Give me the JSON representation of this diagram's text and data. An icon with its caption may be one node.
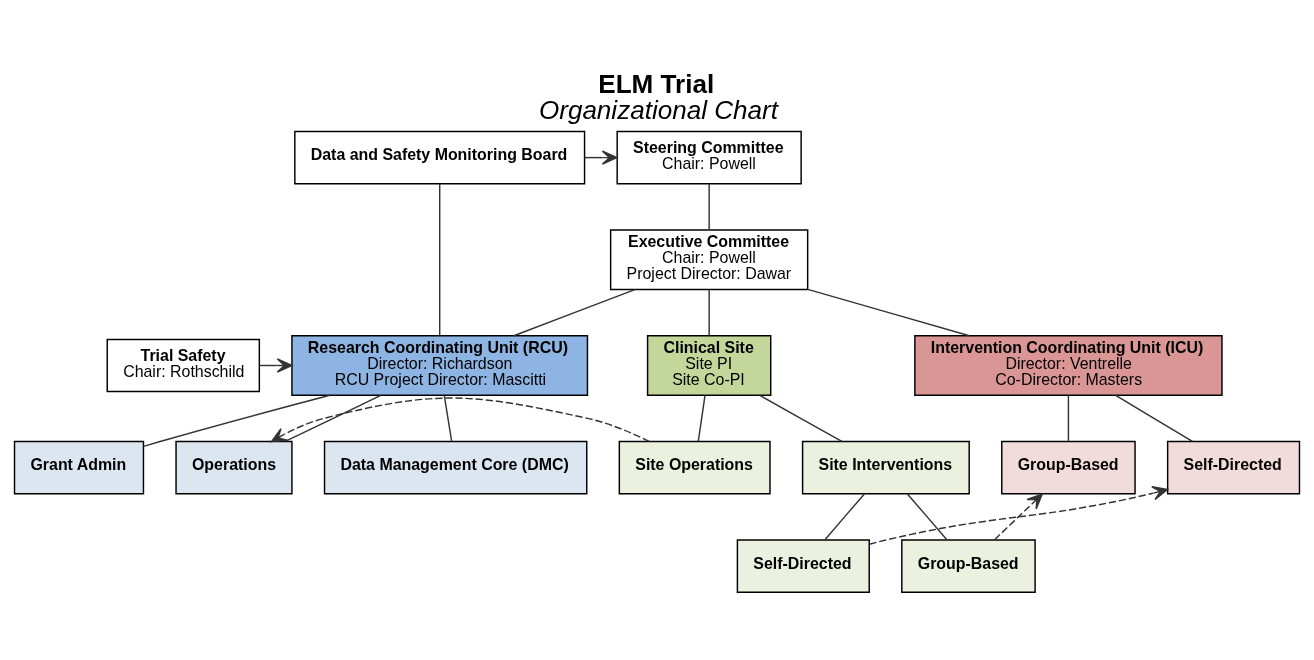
{
  "diagram": {
    "title": "ELM Trial",
    "caption": "Organizational Chart",
    "nodes": [
      {
        "text": [
          "Steering Committee",
          "Chair: Powell"
        ]
      },
      {
        "text": [
          "Data and Safety Monitoring Board"
        ]
      },
      {
        "text": [
          "Executive Committee",
          "Chair: Powell",
          "Project Director: Dawar"
        ]
      },
      {
        "text": [
          "Clinical Site",
          "Site PI",
          "Site Co-PI"
        ]
      },
      {
        "text": [
          "Intervention Coordinating Unit (ICU)",
          "Director: Ventrelle",
          "Co-Director: Masters"
        ]
      },
      {
        "text": [
          "Research Coordinating Unit (RCU)",
          "Director: Richardson",
          "RCU Project Director: Mascitti"
        ]
      },
      {
        "text": [
          "Trial Safety",
          "Chair: Rothschild"
        ]
      },
      {
        "text": [
          "Site Interventions"
        ]
      },
      {
        "text": [
          "Site Operations"
        ]
      },
      {
        "text": [
          "Self-Directed"
        ]
      },
      {
        "text": [
          "Group-Based"
        ]
      },
      {
        "text": [
          "Grant Admin"
        ]
      },
      {
        "text": [
          "Operations"
        ]
      },
      {
        "text": [
          "Data Management Core (DMC)"
        ]
      },
      {
        "text": [
          "Self-Directed"
        ]
      },
      {
        "text": [
          "Group-Based"
        ]
      }
    ],
    "edges": [
      {
        "from": 1,
        "to": 0,
        "arrow": "to"
      },
      {
        "from": 0,
        "to": 2,
        "arrow": "none"
      },
      {
        "from": 2,
        "to": 3,
        "arrow": "none"
      },
      {
        "from": 2,
        "to": 4,
        "arrow": "none"
      },
      {
        "from": 2,
        "to": 5,
        "arrow": "none"
      },
      {
        "from": 1,
        "to": 5,
        "arrow": "none"
      },
      {
        "from": 6,
        "to": 5,
        "arrow": "to"
      },
      {
        "from": 3,
        "to": 7,
        "arrow": "none"
      },
      {
        "from": 3,
        "to": 8,
        "arrow": "none"
      },
      {
        "from": 4,
        "to": 9,
        "arrow": "none"
      },
      {
        "from": 4,
        "to": 10,
        "arrow": "none"
      },
      {
        "from": 5,
        "to": 11,
        "arrow": "none"
      },
      {
        "from": 5,
        "to": 12,
        "arrow": "none"
      },
      {
        "from": 5,
        "to": 13,
        "arrow": "none"
      },
      {
        "from": 7,
        "to": 14,
        "arrow": "none"
      },
      {
        "from": 7,
        "to": 15,
        "arrow": "none"
      },
      {
        "from": 8,
        "to": 12,
        "arrow": "to",
        "style": "dashed"
      },
      {
        "from": 14,
        "to": 9,
        "arrow": "to",
        "style": "dashed"
      },
      {
        "from": 15,
        "to": 10,
        "arrow": "to",
        "style": "dashed"
      }
    ]
  }
}
